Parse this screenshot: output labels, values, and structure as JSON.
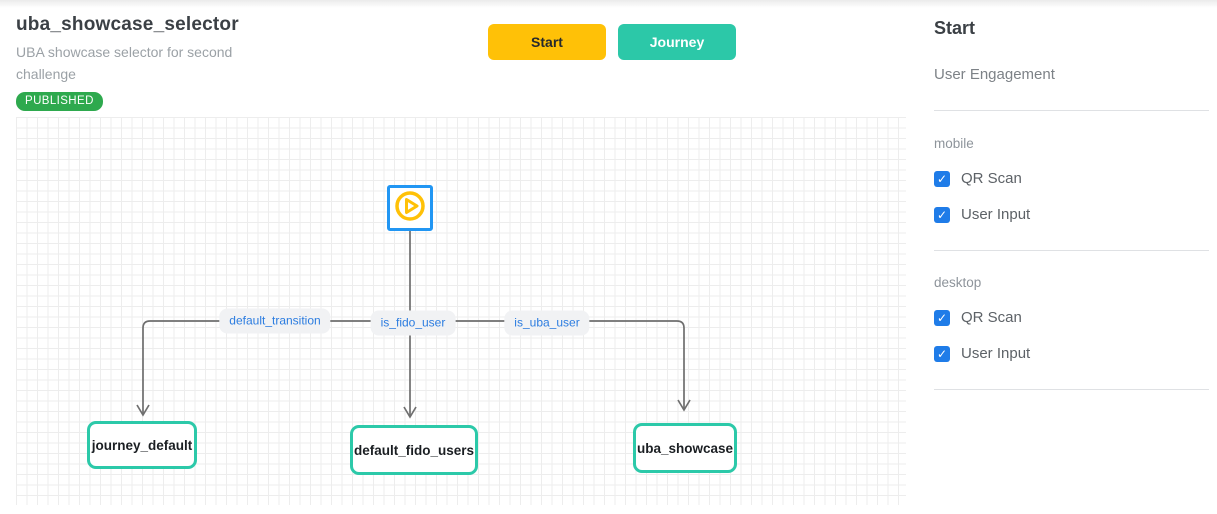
{
  "header": {
    "title": "uba_showcase_selector",
    "subtitle": "UBA showcase selector for second challenge",
    "status_badge": "PUBLISHED"
  },
  "toolbar": {
    "start_label": "Start",
    "journey_label": "Journey"
  },
  "canvas": {
    "start_node": {
      "icon": "play-icon"
    },
    "edge_labels": [
      {
        "label": "default_transition"
      },
      {
        "label": "is_fido_user"
      },
      {
        "label": "is_uba_user"
      }
    ],
    "nodes": [
      {
        "label": "journey_default"
      },
      {
        "label": "default_fido_users"
      },
      {
        "label": "uba_showcase"
      }
    ]
  },
  "sidebar": {
    "title": "Start",
    "subtitle": "User Engagement",
    "sections": [
      {
        "label": "mobile",
        "options": [
          {
            "label": "QR Scan",
            "checked": true,
            "checkmark": "✓"
          },
          {
            "label": "User Input",
            "checked": true,
            "checkmark": "✓"
          }
        ]
      },
      {
        "label": "desktop",
        "options": [
          {
            "label": "QR Scan",
            "checked": true,
            "checkmark": "✓"
          },
          {
            "label": "User Input",
            "checked": true,
            "checkmark": "✓"
          }
        ]
      }
    ]
  },
  "colors": {
    "accent_yellow": "#ffc107",
    "accent_teal": "#2cc8a8",
    "badge_green": "#2ea94e",
    "node_border_teal": "#2cc9a9",
    "start_node_border_blue": "#2196f3",
    "edge_label_blue": "#2b7ce0",
    "checkbox_blue": "#1f7ce8",
    "edge_line_gray": "#6f6f6f"
  }
}
